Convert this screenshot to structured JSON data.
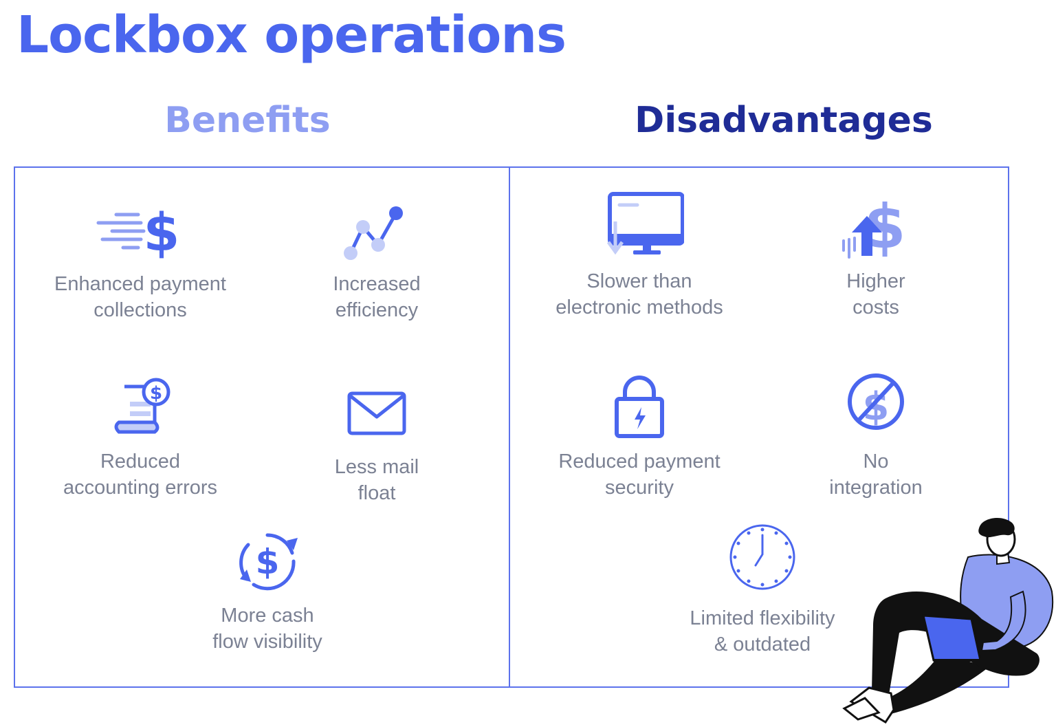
{
  "title": "Lockbox operations",
  "benefits": {
    "heading": "Benefits",
    "items": [
      {
        "label": "Enhanced payment\ncollections",
        "icon": "fast-dollar-icon"
      },
      {
        "label": "Increased\nefficiency",
        "icon": "trend-line-icon"
      },
      {
        "label": "Reduced\naccounting errors",
        "icon": "receipt-dollar-icon"
      },
      {
        "label": "Less mail\nfloat",
        "icon": "envelope-icon"
      },
      {
        "label": "More cash\nflow visibility",
        "icon": "dollar-cycle-icon"
      }
    ]
  },
  "disadvantages": {
    "heading": "Disadvantages",
    "items": [
      {
        "label": "Slower than\nelectronic methods",
        "icon": "monitor-down-icon"
      },
      {
        "label": "Higher\ncosts",
        "icon": "dollar-up-icon"
      },
      {
        "label": "Reduced payment\nsecurity",
        "icon": "lock-icon"
      },
      {
        "label": "No\nintegration",
        "icon": "no-dollar-icon"
      },
      {
        "label": "Limited flexibility\n& outdated",
        "icon": "clock-icon"
      }
    ]
  },
  "colors": {
    "primary": "#4A66EE",
    "light": "#8E9EF2",
    "dark": "#1F2C96",
    "pale": "#C3CDF8",
    "text": "#7B8193"
  }
}
